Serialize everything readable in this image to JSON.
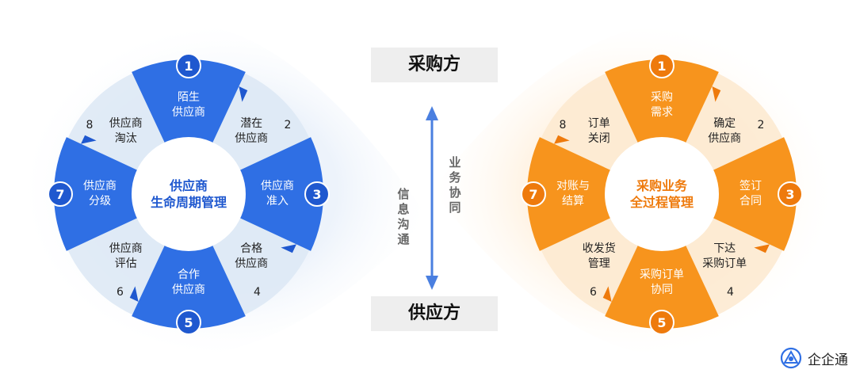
{
  "colors": {
    "blue": "#2f6fe4",
    "blue_dark": "#1f58cf",
    "blue_ring": "#dce7f5",
    "blue_halo": "#edf3fb",
    "orange": "#f7941d",
    "orange_dark": "#ee7a0c",
    "orange_ring": "#fde9cf",
    "orange_halo": "#fff4e6",
    "text": "#222222",
    "arrow": "#4a7fe0"
  },
  "left_cycle": {
    "center": "供应商\n生命周期管理",
    "steps": [
      {
        "num": "1",
        "label": "陌生\n供应商",
        "highlight": true
      },
      {
        "num": "2",
        "label": "潜在\n供应商",
        "highlight": false
      },
      {
        "num": "3",
        "label": "供应商\n准入",
        "highlight": true
      },
      {
        "num": "4",
        "label": "合格\n供应商",
        "highlight": false
      },
      {
        "num": "5",
        "label": "合作\n供应商",
        "highlight": true
      },
      {
        "num": "6",
        "label": "供应商\n评估",
        "highlight": false
      },
      {
        "num": "7",
        "label": "供应商\n分级",
        "highlight": true
      },
      {
        "num": "8",
        "label": "供应商\n淘汰",
        "highlight": false
      }
    ]
  },
  "right_cycle": {
    "center": "采购业务\n全过程管理",
    "steps": [
      {
        "num": "1",
        "label": "采购\n需求",
        "highlight": true
      },
      {
        "num": "2",
        "label": "确定\n供应商",
        "highlight": false
      },
      {
        "num": "3",
        "label": "签订\n合同",
        "highlight": true
      },
      {
        "num": "4",
        "label": "下达\n采购订单",
        "highlight": false
      },
      {
        "num": "5",
        "label": "采购订单\n协同",
        "highlight": true
      },
      {
        "num": "6",
        "label": "收发货\n管理",
        "highlight": false
      },
      {
        "num": "7",
        "label": "对账与\n结算",
        "highlight": true
      },
      {
        "num": "8",
        "label": "订单\n关闭",
        "highlight": false
      }
    ]
  },
  "middle": {
    "top_tag": "采购方",
    "bottom_tag": "供应方",
    "left_vertical": "信息沟通",
    "right_vertical": "业务协同"
  },
  "brand": {
    "name": "企企通",
    "icon": "qiqitong-logo-icon"
  }
}
